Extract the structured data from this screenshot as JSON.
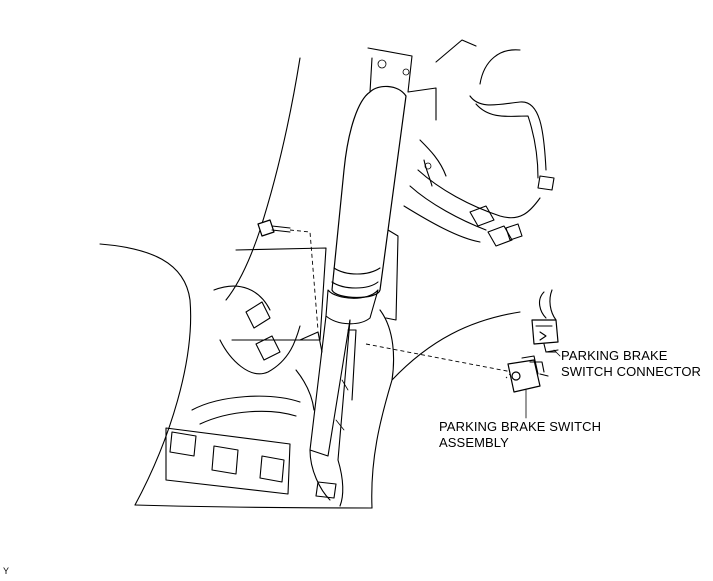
{
  "labels": {
    "connector": [
      "PARKING BRAKE",
      "SWITCH CONNECTOR"
    ],
    "switch_assembly": [
      "PARKING BRAKE SWITCH",
      "ASSEMBLY"
    ]
  },
  "figure_id": "Y",
  "colors": {
    "line": "#000000",
    "background": "#ffffff"
  }
}
